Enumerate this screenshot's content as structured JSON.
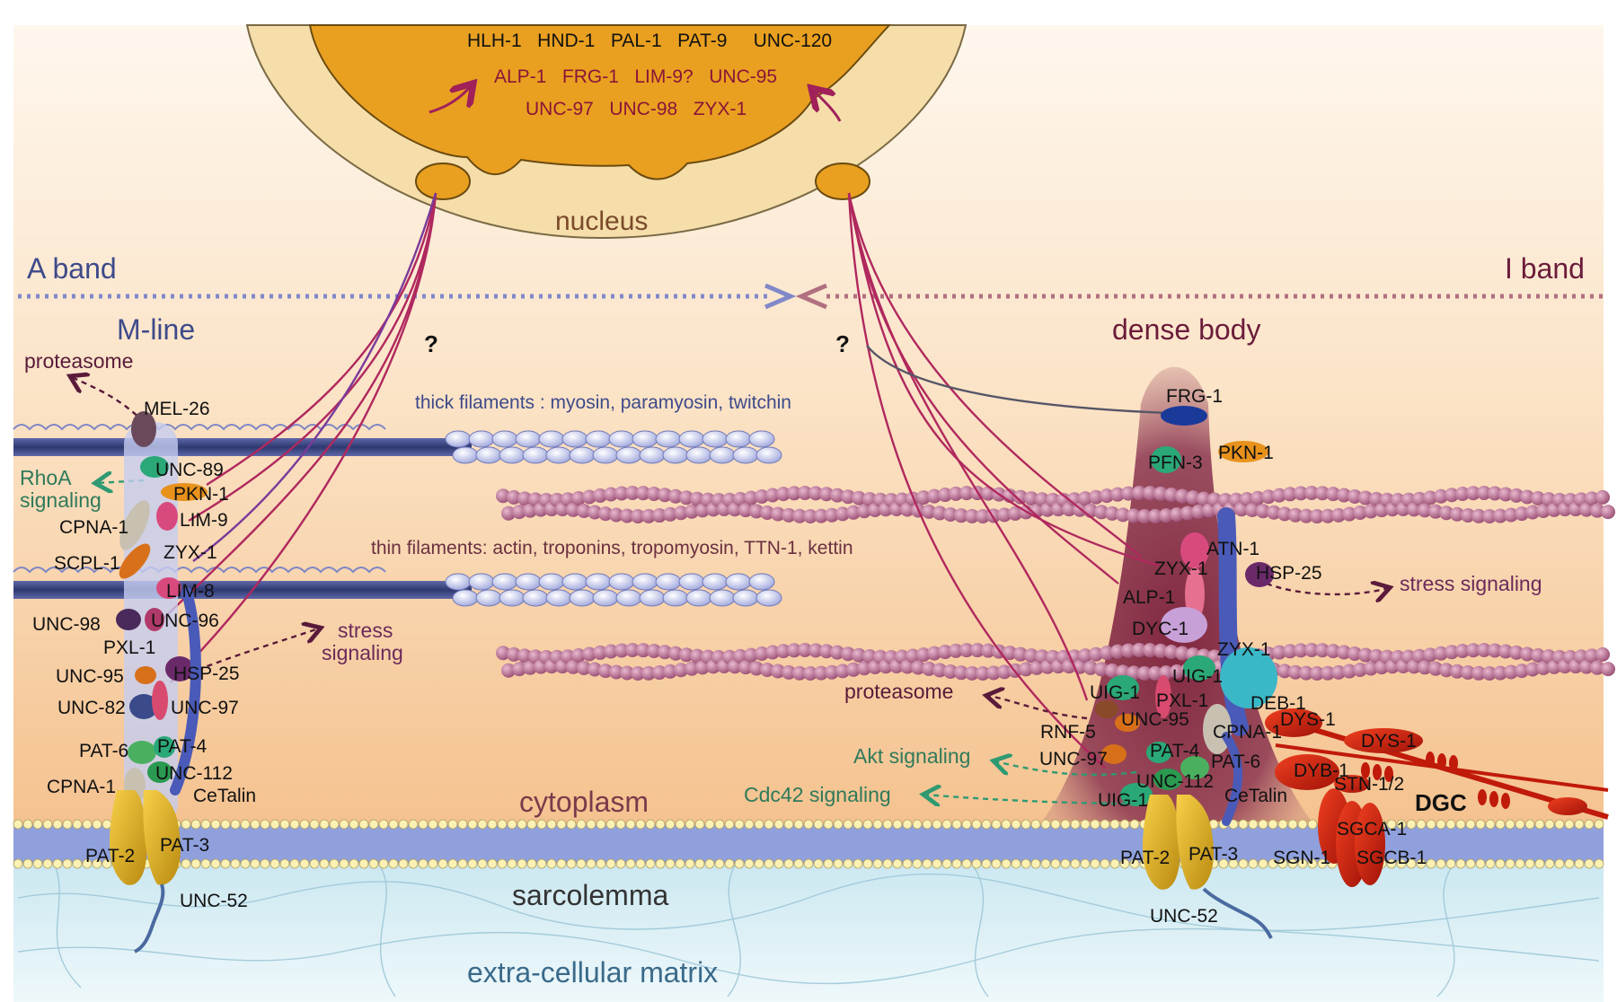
{
  "nucleus": {
    "label": "nucleus",
    "transcription_factors": "HLH-1   HND-1   PAL-1   PAT-9     UNC-120",
    "shuttling_line1": "ALP-1   FRG-1   LIM-9?   UNC-95",
    "shuttling_line2": "UNC-97   UNC-98   ZYX-1"
  },
  "regions": {
    "a_band": "A band",
    "i_band": "I band",
    "m_line": "M-line",
    "dense_body": "dense body",
    "cytoplasm": "cytoplasm",
    "sarcolemma": "sarcolemma",
    "ecm": "extra-cellular matrix",
    "question_mark": "?"
  },
  "filaments": {
    "thick": "thick filaments : myosin, paramyosin, twitchin",
    "thin": "thin filaments: actin, troponins, tropomyosin, TTN-1, kettin"
  },
  "signaling": {
    "proteasome": "proteasome",
    "rhoa_line1": "RhoA",
    "rhoa_line2": "signaling",
    "stress_line1": "stress",
    "stress_line2": "signaling",
    "stress_right": "stress signaling",
    "akt": "Akt signaling",
    "cdc42": "Cdc42 signaling"
  },
  "m_line_proteins": {
    "mel26": "MEL-26",
    "unc89": "UNC-89",
    "pkn1": "PKN-1",
    "cpna1": "CPNA-1",
    "lim9": "LIM-9",
    "scpl1": "SCPL-1",
    "zyx1": "ZYX-1",
    "lim8": "LIM-8",
    "unc98": "UNC-98",
    "unc96": "UNC-96",
    "pxl1": "PXL-1",
    "unc95": "UNC-95",
    "hsp25": "HSP-25",
    "unc82": "UNC-82",
    "unc97": "UNC-97",
    "pat6": "PAT-6",
    "pat4": "PAT-4",
    "unc112": "UNC-112",
    "cpna1b": "CPNA-1",
    "cetalin": "CeTalin",
    "pat2": "PAT-2",
    "pat3": "PAT-3",
    "unc52": "UNC-52"
  },
  "dense_body_proteins": {
    "frg1": "FRG-1",
    "pfn3": "PFN-3",
    "pkn1": "PKN-1",
    "atn1": "ATN-1",
    "zyx1": "ZYX-1",
    "hsp25": "HSP-25",
    "alp1": "ALP-1",
    "dyc1": "DYC-1",
    "zyx1b": "ZYX-1",
    "uig1a": "UIG-1",
    "uig1b": "UIG-1",
    "pxl1": "PXL-1",
    "deb1": "DEB-1",
    "rnf5": "RNF-5",
    "unc95": "UNC-95",
    "cpna1": "CPNA-1",
    "dys1a": "DYS-1",
    "dys1b": "DYS-1",
    "pat4": "PAT-4",
    "pat6": "PAT-6",
    "unc97": "UNC-97",
    "dyb1": "DYB-1",
    "unc112": "UNC-112",
    "stn12": "STN-1/2",
    "dgc": "DGC",
    "uig1c": "UIG-1",
    "cetalin": "CeTalin",
    "sgca1": "SGCA-1",
    "pat2": "PAT-2",
    "pat3": "PAT-3",
    "sgn1": "SGN-1",
    "sgcb1": "SGCB-1",
    "unc52": "UNC-52"
  },
  "colors": {
    "cytoplasm_top": "#fdf4e9",
    "cytoplasm_bottom": "#f6c995",
    "nucleus_envelope": "#f5deaa",
    "nucleus_inner": "#e9a020",
    "shuttle_text": "#8a1538",
    "signal_arrow": "#5a1a3a",
    "akt_green": "#2f9a72",
    "membrane_blue": "#8080c8",
    "ecm_blue": "#d4ecf4",
    "thin_filament": "#c97ea0",
    "thick_filament": "#3f4a8a",
    "a_band_label": "#3e4a8a",
    "i_band_label": "#6b1c3a"
  }
}
